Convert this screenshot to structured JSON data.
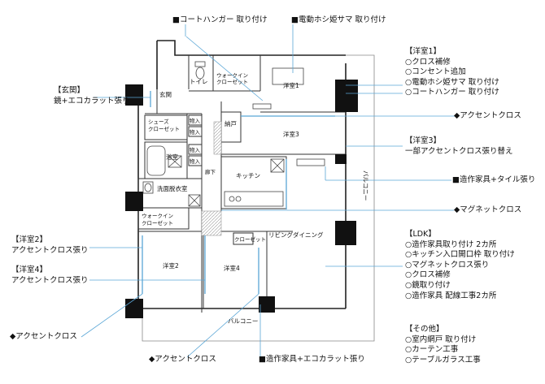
{
  "top_labels": {
    "coat_hanger": "■コートハンガー 取り付け",
    "drying_pole": "■電動ホシ姫サマ 取り付け"
  },
  "left_labels": {
    "genkan_title": "【玄関】",
    "genkan_desc": "鏡+エコカラット張り",
    "youshitsu2_title": "【洋室2】",
    "youshitsu2_desc": "アクセントクロス張り",
    "youshitsu4_title": "【洋室4】",
    "youshitsu4_desc": "アクセントクロス張り",
    "accent_cross_bl": "◆アクセントクロス"
  },
  "bottom_labels": {
    "accent_cross": "◆アクセントクロス",
    "built_in_eco": "■造作家具+エコカラット張り"
  },
  "right_labels": {
    "youshitsu1_title": "【洋室1】",
    "youshitsu1_items": [
      "○クロス補修",
      "○コンセント追加",
      "○電動ホシ姫サマ 取り付け",
      "○コートハンガー 取り付け"
    ],
    "accent_cross_r": "◆アクセントクロス",
    "youshitsu3_title": "【洋室3】",
    "youshitsu3_desc": "一部アクセントクロス張り替え",
    "built_in_tile": "■造作家具+タイル張り",
    "magnet_cross": "◆マグネットクロス",
    "ldk_title": "【LDK】",
    "ldk_items": [
      "○造作家具取り付け 2カ所",
      "○キッチン入口開口枠 取り付け",
      "○マグネットクロス張り",
      "○クロス補修",
      "○鏡取り付け",
      "○造作家具 配線工事2カ所"
    ],
    "other_title": "【その他】",
    "other_items": [
      "○室内網戸 取り付け",
      "○カーテン工事",
      "○テーブルガラス工事"
    ]
  },
  "rooms": {
    "toilet": "トイレ",
    "walkin1_a": "ウォークイン",
    "walkin1_b": "クローゼット",
    "youshitsu1": "洋室1",
    "genkan": "玄関",
    "shoes_a": "シューズ",
    "shoes_b": "クローゼット",
    "nouko": "納戸",
    "in1": "物入",
    "in2": "物入",
    "in3": "物入",
    "in4": "物入",
    "youshitsu3": "洋室3",
    "bath": "浴室",
    "rouka": "廊下",
    "kitchen": "キッチン",
    "senmen": "洗面脱衣室",
    "balcony_r": "バルコニー",
    "walkin2_a": "ウォークイン",
    "walkin2_b": "クローゼット",
    "ldk": "リビングダイニング",
    "closet_small": "クローゼット",
    "youshitsu2": "洋室2",
    "youshitsu4": "洋室4",
    "balcony_b": "バルコニー"
  }
}
